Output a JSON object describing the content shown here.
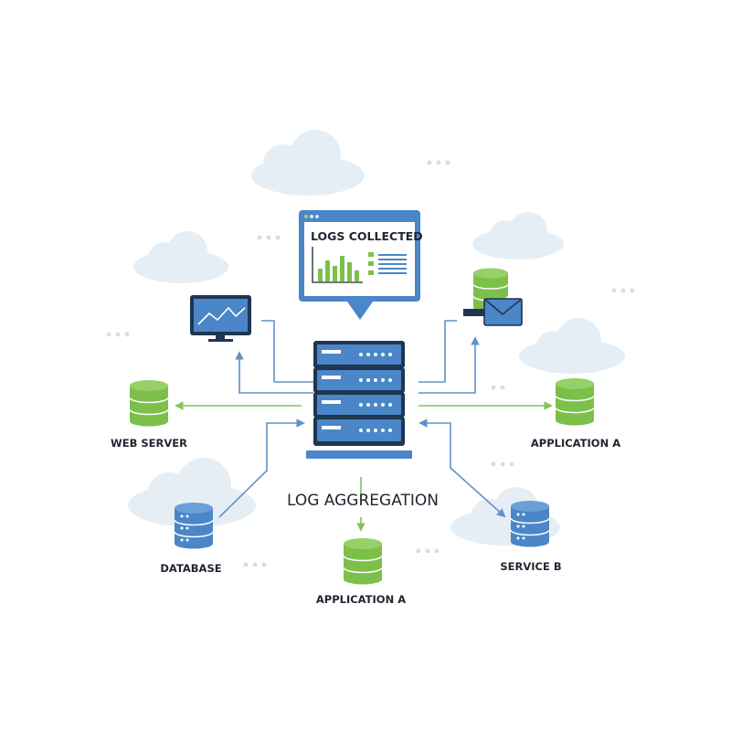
{
  "diagram": {
    "title": "LOG AGGREGATION",
    "panel_title": "LOGS COLLECTED",
    "nodes": {
      "web_server": "WEB SERVER",
      "application_a_right": "APPLICATION A",
      "database": "DATABASE",
      "application_a_bottom": "APPLICATION A",
      "service_b": "SERVICE B"
    },
    "colors": {
      "blue": "#4a86c8",
      "dark_navy": "#1f3550",
      "green": "#7cc04a",
      "cloud": "#e6eef5",
      "line_blue": "#5f93c9",
      "line_green": "#84c25a"
    }
  }
}
